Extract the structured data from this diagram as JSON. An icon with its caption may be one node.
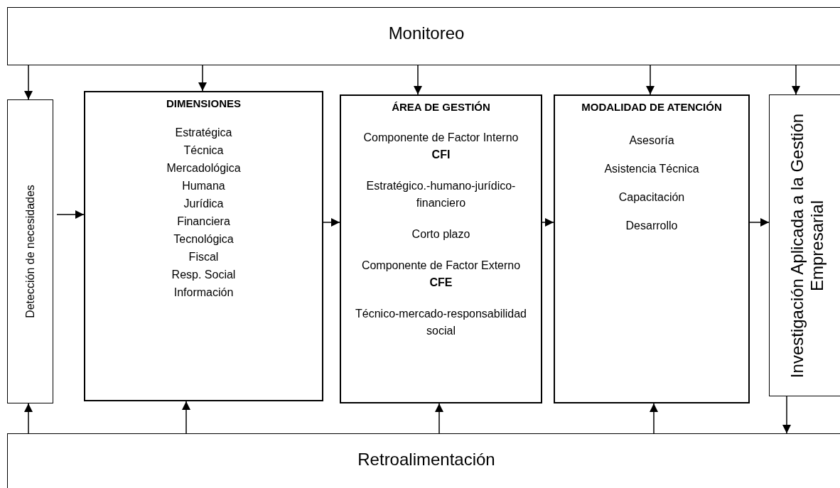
{
  "diagram": {
    "nodes": [
      {
        "text": [
          "Monitoreo"
        ]
      },
      {
        "text": [
          "Detección de necesidades"
        ]
      },
      {
        "text": [
          "DIMENSIONES",
          "Estratégica",
          "Técnica",
          "Mercadológica",
          "Humana",
          "Jurídica",
          "Financiera",
          "Tecnológica",
          "Fiscal",
          "Resp. Social",
          "Información"
        ]
      },
      {
        "text": [
          "ÁREA DE GESTIÓN",
          "Componente de Factor Interno  **CFI**",
          "Estratégico.-humano-jurídico-financiero",
          "Corto plazo",
          "Componente de Factor Externo **CFE**",
          "Técnico-mercado-responsabilidad social"
        ]
      },
      {
        "text": [
          "MODALIDAD DE ATENCIÓN",
          "Asesoría",
          "Asistencia Técnica",
          "Capacitación",
          "Desarrollo"
        ]
      },
      {
        "text": [
          "Investigación Aplicada a la Gestión Empresarial"
        ]
      },
      {
        "text": [
          "Retroalimentación"
        ]
      }
    ],
    "edges": [
      {
        "from": 0,
        "to": 1,
        "arrow": "to"
      },
      {
        "from": 0,
        "to": 2,
        "arrow": "to"
      },
      {
        "from": 0,
        "to": 3,
        "arrow": "to"
      },
      {
        "from": 0,
        "to": 4,
        "arrow": "to"
      },
      {
        "from": 0,
        "to": 5,
        "arrow": "to"
      },
      {
        "from": 1,
        "to": 2,
        "arrow": "to"
      },
      {
        "from": 2,
        "to": 3,
        "arrow": "to"
      },
      {
        "from": 3,
        "to": 4,
        "arrow": "to"
      },
      {
        "from": 4,
        "to": 5,
        "arrow": "to"
      },
      {
        "from": 6,
        "to": 1,
        "arrow": "to"
      },
      {
        "from": 6,
        "to": 2,
        "arrow": "to"
      },
      {
        "from": 6,
        "to": 3,
        "arrow": "to"
      },
      {
        "from": 6,
        "to": 4,
        "arrow": "to"
      },
      {
        "from": 5,
        "to": 6,
        "arrow": "to"
      }
    ]
  }
}
